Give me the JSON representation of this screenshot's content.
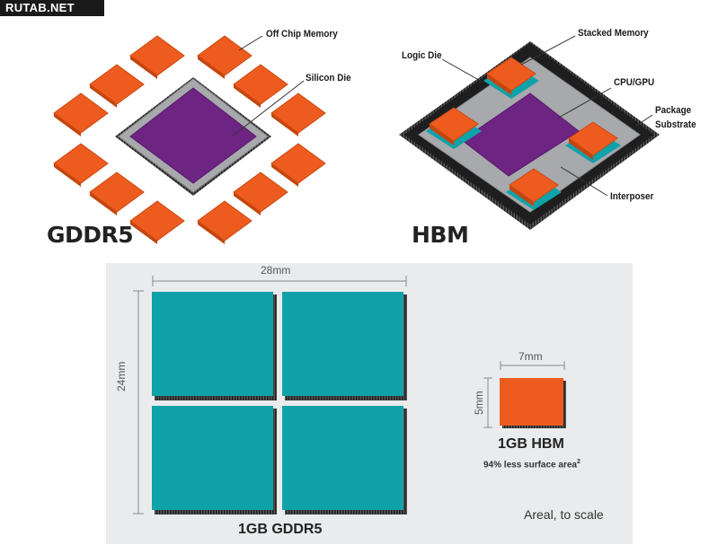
{
  "watermark": "RUTAB.NET",
  "gddr5": {
    "title": "GDDR5",
    "labels": {
      "off_chip_memory": "Off Chip Memory",
      "silicon_die": "Silicon Die"
    }
  },
  "hbm": {
    "title": "HBM",
    "labels": {
      "logic_die": "Logic Die",
      "stacked_memory": "Stacked Memory",
      "cpu_gpu": "CPU/GPU",
      "package_substrate_1": "Package",
      "package_substrate_2": "Substrate",
      "interposer": "Interposer"
    }
  },
  "comparison": {
    "gddr5_width": "28mm",
    "gddr5_height": "24mm",
    "gddr5_caption": "1GB GDDR5",
    "hbm_width": "7mm",
    "hbm_height": "5mm",
    "hbm_caption": "1GB HBM",
    "hbm_note": "94% less surface area",
    "hbm_note_sup": "2",
    "scale_note": "Areal, to scale"
  },
  "colors": {
    "orange": "#ee5b1e",
    "purple": "#6e2483",
    "teal": "#0fa2a8",
    "substrate": "#1e1e1e",
    "interposer": "#a7a9ac",
    "panel": "#eaebec"
  }
}
